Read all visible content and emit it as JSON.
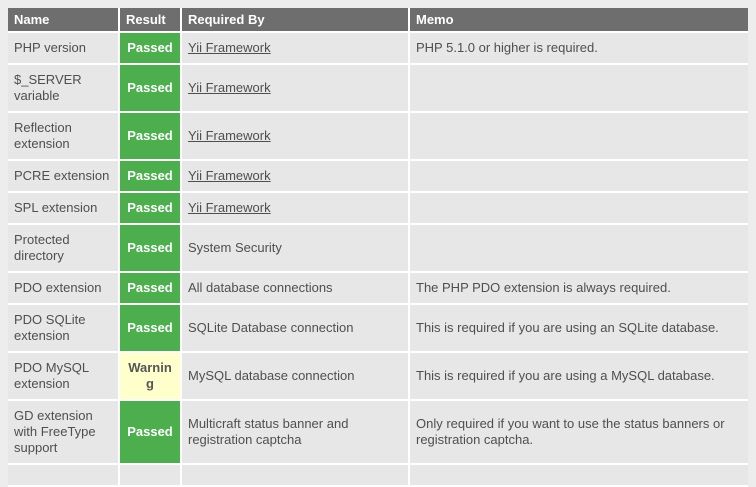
{
  "table": {
    "headers": [
      "Name",
      "Result",
      "Required By",
      "Memo"
    ],
    "rows": [
      {
        "name": "PHP version",
        "result": "Passed",
        "result_type": "passed",
        "required_by": "Yii Framework",
        "required_by_link": true,
        "memo": "PHP 5.1.0 or higher is required."
      },
      {
        "name": "$_SERVER variable",
        "result": "Passed",
        "result_type": "passed",
        "required_by": "Yii Framework",
        "required_by_link": true,
        "memo": ""
      },
      {
        "name": "Reflection extension",
        "result": "Passed",
        "result_type": "passed",
        "required_by": "Yii Framework",
        "required_by_link": true,
        "memo": ""
      },
      {
        "name": "PCRE extension",
        "result": "Passed",
        "result_type": "passed",
        "required_by": "Yii Framework",
        "required_by_link": true,
        "memo": ""
      },
      {
        "name": "SPL extension",
        "result": "Passed",
        "result_type": "passed",
        "required_by": "Yii Framework",
        "required_by_link": true,
        "memo": ""
      },
      {
        "name": "Protected directory",
        "result": "Passed",
        "result_type": "passed",
        "required_by": "System Security",
        "required_by_link": false,
        "memo": ""
      },
      {
        "name": "PDO extension",
        "result": "Passed",
        "result_type": "passed",
        "required_by": "All database connections",
        "required_by_link": false,
        "memo": "The PHP PDO extension is always required."
      },
      {
        "name": "PDO SQLite extension",
        "result": "Passed",
        "result_type": "passed",
        "required_by": "SQLite Database connection",
        "required_by_link": false,
        "memo": "This is required if you are using an SQLite database."
      },
      {
        "name": "PDO MySQL extension",
        "result": "Warning",
        "result_type": "warning",
        "required_by": "MySQL database connection",
        "required_by_link": false,
        "memo": "This is required if you are using a MySQL database."
      },
      {
        "name": "GD extension with FreeType support",
        "result": "Passed",
        "result_type": "passed",
        "required_by": "Multicraft status banner and registration captcha",
        "required_by_link": false,
        "memo": "Only required if you want to use the status banners or registration captcha."
      }
    ]
  },
  "colors": {
    "page_bg": "#ededed",
    "row_bg": "#e7e7e7",
    "header_bg": "#6e6e6e",
    "header_text": "#ffffff",
    "text_color": "#4f4f4f",
    "passed_bg": "#4cae4c",
    "passed_text": "#ffffff",
    "warning_bg": "#ffffcc",
    "warning_text": "#555555"
  }
}
